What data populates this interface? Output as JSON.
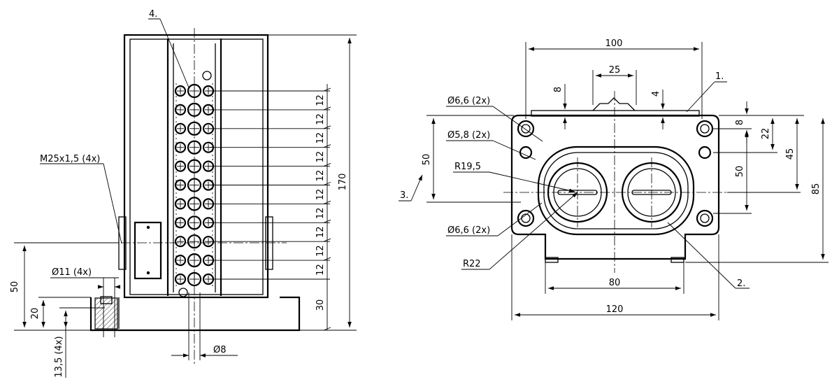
{
  "side_view": {
    "callout_4": "4.",
    "thread_label": "M25x1,5 (4x)",
    "hole_dia": "11 (4x)",
    "dim_50": "50",
    "dim_20": "20",
    "dim_13_5": "13,5 (4x)",
    "dim_170": "170",
    "dim_30": "30",
    "pitch_12": [
      "12",
      "12",
      "12",
      "12",
      "12",
      "12",
      "12",
      "12",
      "12",
      "12"
    ],
    "pin_dia": "8"
  },
  "front_view": {
    "callout_1": "1.",
    "callout_2": "2.",
    "callout_3": "3.",
    "dim_100": "100",
    "dim_25": "25",
    "dim_8_top": "8",
    "dim_4": "4",
    "hole_6_6_top": "6,6 (2x)",
    "hole_5_8": "5,8 (2x)",
    "hole_6_6_bottom": "6,6 (2x)",
    "radius_19_5": "R19,5",
    "radius_22": "R22",
    "dim_50_left": "50",
    "dim_8_right": "8",
    "dim_22": "22",
    "dim_50_right": "50",
    "dim_45": "45",
    "dim_85": "85",
    "dim_80": "80",
    "dim_120": "120"
  },
  "symbols": {
    "diameter": "Ø"
  }
}
